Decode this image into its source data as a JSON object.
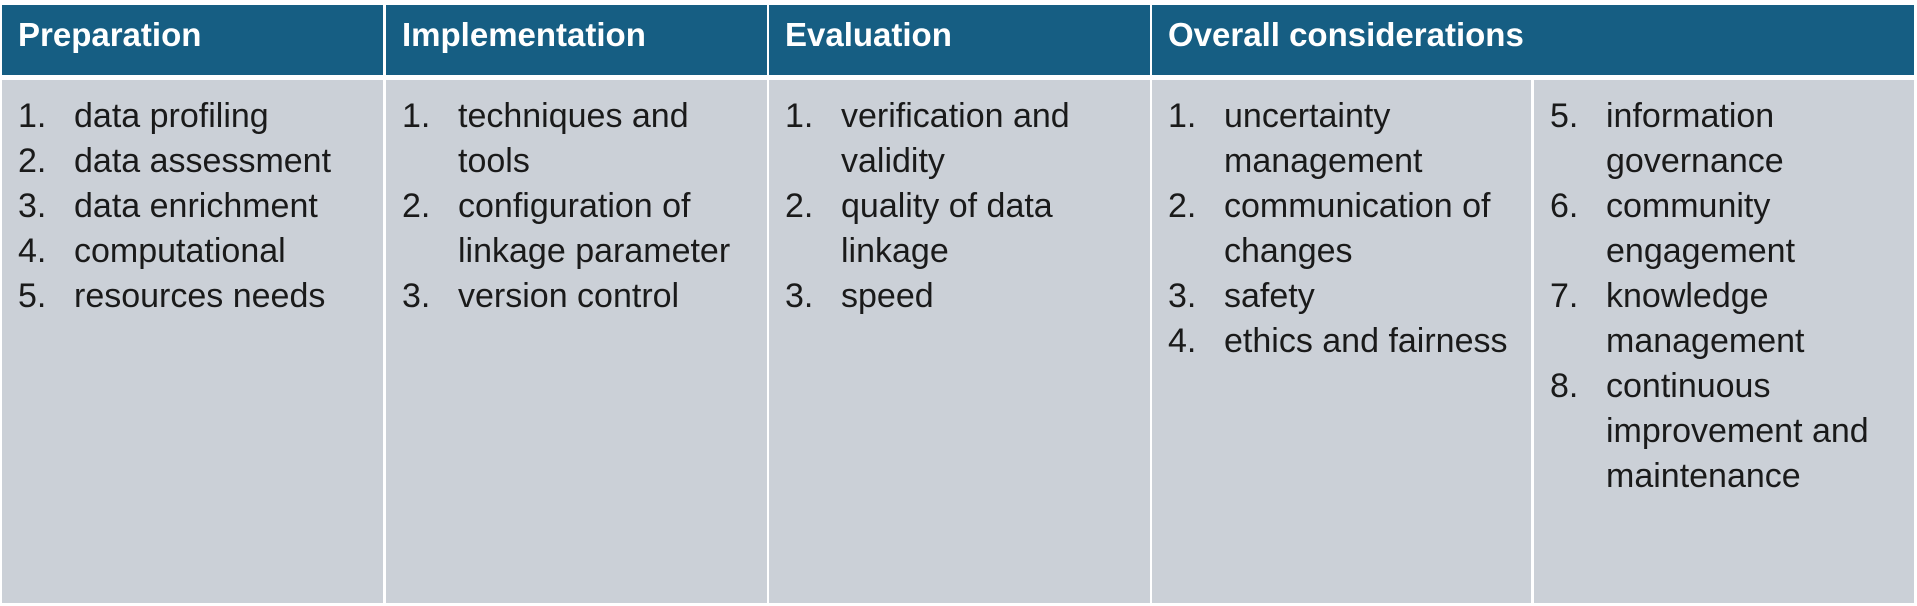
{
  "columns": [
    {
      "header": "Preparation",
      "items": [
        {
          "num": "1.",
          "text": "data profiling"
        },
        {
          "num": "2.",
          "text": "data assessment"
        },
        {
          "num": "3.",
          "text": "data enrichment"
        },
        {
          "num": "4.",
          "text": "computational"
        },
        {
          "num": "5.",
          "text": "resources needs"
        }
      ]
    },
    {
      "header": "Implementation",
      "items": [
        {
          "num": "1.",
          "text": "techniques and tools"
        },
        {
          "num": "2.",
          "text": "configuration of linkage parameter"
        },
        {
          "num": "3.",
          "text": "version control"
        }
      ]
    },
    {
      "header": "Evaluation",
      "items": [
        {
          "num": "1.",
          "text": "verification and validity"
        },
        {
          "num": "2.",
          "text": "quality of data linkage"
        },
        {
          "num": "3.",
          "text": "speed"
        }
      ]
    },
    {
      "header": "Overall considerations",
      "left_items": [
        {
          "num": "1.",
          "text": "uncertainty management"
        },
        {
          "num": "2.",
          "text": "communication of changes"
        },
        {
          "num": "3.",
          "text": "safety"
        },
        {
          "num": "4.",
          "text": "ethics and fairness"
        }
      ],
      "right_items": [
        {
          "num": "5.",
          "text": "information governance"
        },
        {
          "num": "6.",
          "text": "community engagement"
        },
        {
          "num": "7.",
          "text": "knowledge management"
        },
        {
          "num": "8.",
          "text": "continuous improvement and maintenance"
        }
      ]
    }
  ],
  "colors": {
    "header_bg": "#165E83",
    "header_text": "#FFFFFF",
    "cell_bg": "#CBD0D7",
    "border": "#FFFFFF"
  }
}
